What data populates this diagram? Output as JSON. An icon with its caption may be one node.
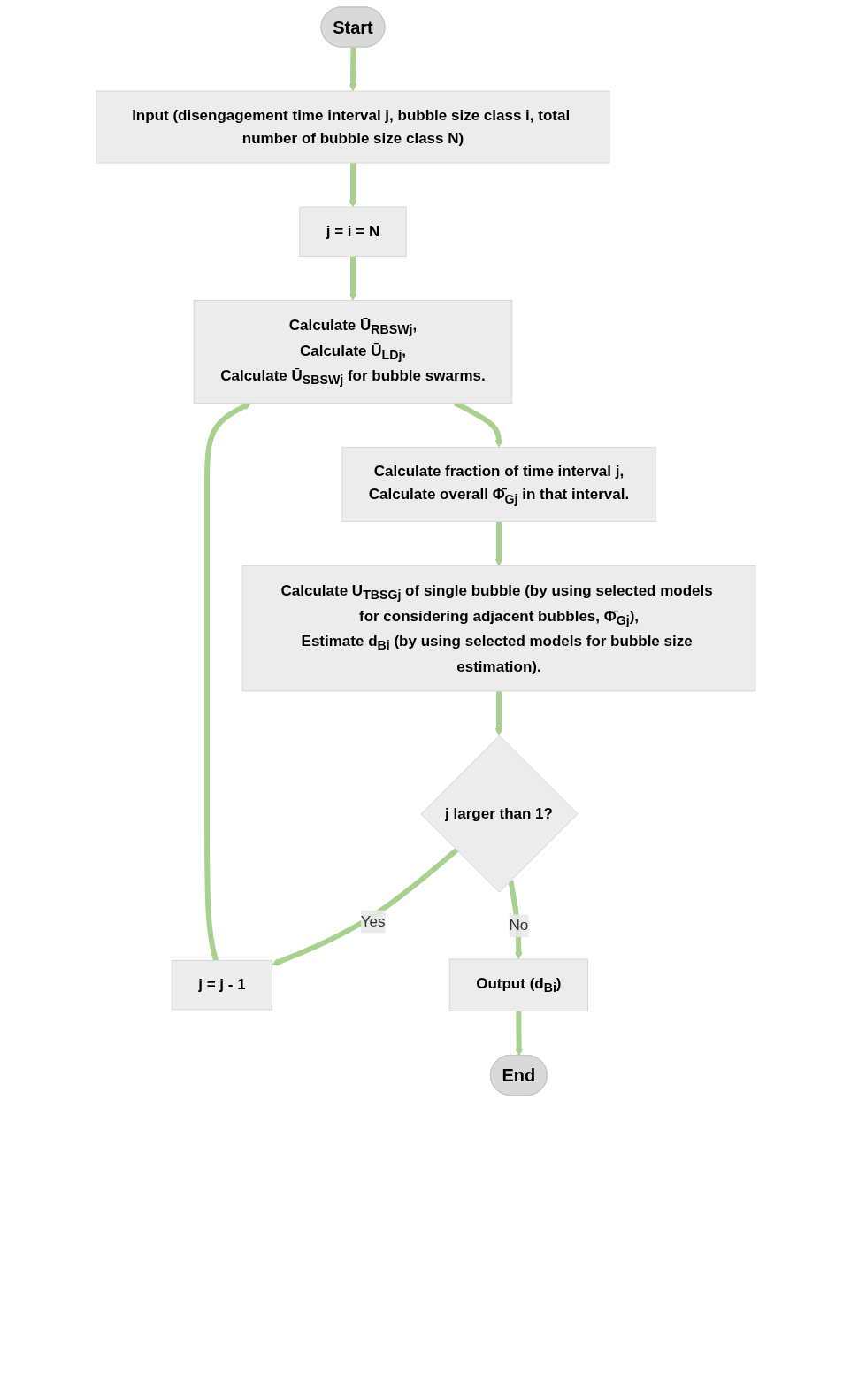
{
  "diagram": {
    "nodes": [
      {
        "text": [
          "Start"
        ]
      },
      {
        "text": [
          "Input (disengagement time interval j, bubble size class i, total number of bubble size class N)"
        ]
      },
      {
        "text": [
          "j = i = N"
        ]
      },
      {
        "text": [
          "Calculate Ū$_{RBSWj}$,",
          "Calculate Ū$_{LDj}$,",
          "Calculate Ū$_{SBSWj}$ for bubble swarms."
        ]
      },
      {
        "text": [
          "Calculate fraction of time interval j,",
          "Calculate overall Φ̄$_{Gj}$ in that interval."
        ]
      },
      {
        "text": [
          "Calculate U$_{TBSGj}$ of single bubble (by using selected models for considering adjacent bubbles, Φ̄$_{Gj}$),",
          "Estimate d$_{Bi}$ (by using selected models for bubble size estimation)."
        ]
      },
      {
        "text": [
          "j larger than 1?"
        ]
      },
      {
        "text": [
          "j = j - 1"
        ]
      },
      {
        "text": [
          "Output (d$_{Bi}$)"
        ]
      },
      {
        "text": [
          "End"
        ]
      }
    ],
    "edges": [
      {
        "from": 0,
        "to": 1,
        "arrow": "to"
      },
      {
        "from": 1,
        "to": 2,
        "arrow": "to"
      },
      {
        "from": 2,
        "to": 3,
        "arrow": "to"
      },
      {
        "from": 3,
        "to": 4,
        "arrow": "to"
      },
      {
        "from": 4,
        "to": 5,
        "arrow": "to"
      },
      {
        "from": 5,
        "to": 6,
        "arrow": "to"
      },
      {
        "from": 6,
        "to": 7,
        "label": "Yes",
        "arrow": "to"
      },
      {
        "from": 7,
        "to": 3,
        "arrow": "to"
      },
      {
        "from": 6,
        "to": 8,
        "label": "No",
        "arrow": "to"
      },
      {
        "from": 8,
        "to": 9,
        "arrow": "to"
      }
    ]
  }
}
